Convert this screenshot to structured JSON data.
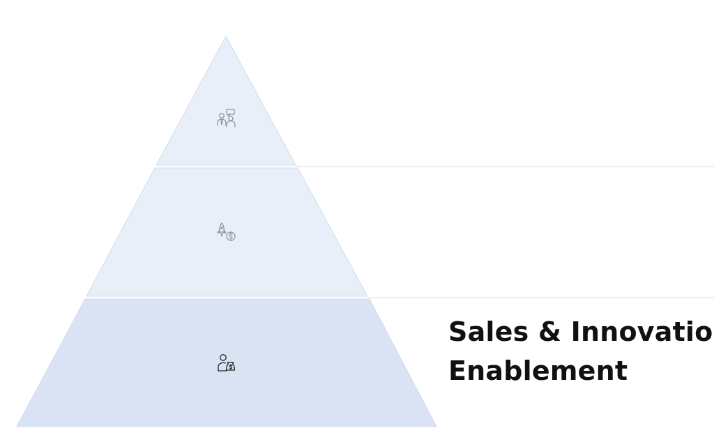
{
  "pyramid": {
    "tiers": [
      {
        "level": "top",
        "icon": "people-discussion-icon",
        "fill": "#e9eff8",
        "label": ""
      },
      {
        "level": "middle",
        "icon": "rocket-dollar-icon",
        "fill": "#e9eff8",
        "label": ""
      },
      {
        "level": "bottom",
        "icon": "person-money-bag-icon",
        "fill": "#d9e3f3",
        "label_lines": [
          "Sales & Innovation",
          "Enablement"
        ]
      }
    ],
    "edge_color": "#cfdbee",
    "divider_color": "#e3e9f1",
    "icon_color_muted": "#8a8f98",
    "icon_color_active": "#222222",
    "text_color": "#111111"
  }
}
